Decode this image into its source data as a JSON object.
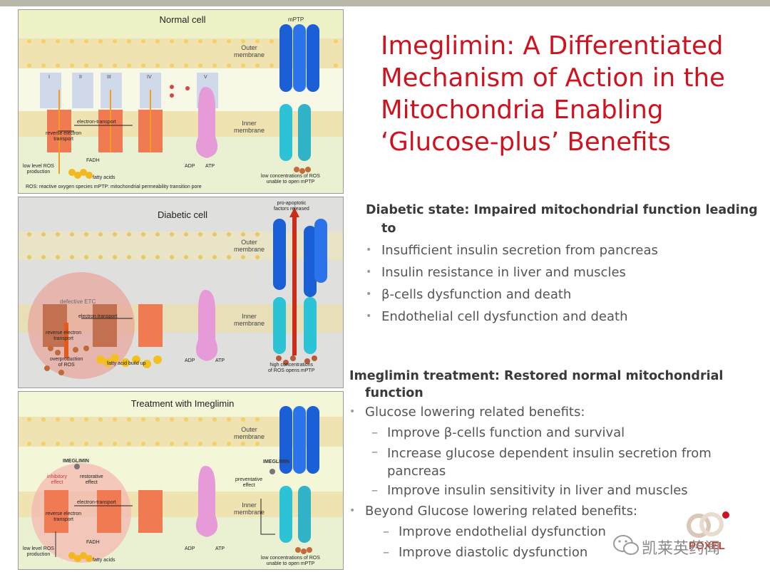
{
  "slide": {
    "title_lines": [
      "Imeglimin: A Differentiated",
      "Mechanism of Action in the",
      "Mitochondria Enabling",
      "‘Glucose-plus’ Benefits"
    ],
    "diabetic": {
      "heading_line1": "Diabetic state: Impaired mitochondrial function leading",
      "heading_line2": "to",
      "bullets": [
        "Insufficient insulin secretion from pancreas",
        "Insulin resistance in liver and muscles",
        "β-cells dysfunction and death",
        "Endothelial cell dysfunction and death"
      ]
    },
    "treatment": {
      "heading_line1": "Imeglimin treatment: Restored normal mitochondrial",
      "heading_line2": "function",
      "bullet1": "Glucose lowering related benefits:",
      "sub1": [
        "Improve β-cells function and survival",
        "Increase glucose dependent insulin secretion from",
        "pancreas",
        "Improve insulin sensitivity in liver and muscles"
      ],
      "bullet2": "Beyond Glucose lowering related benefits:",
      "sub2": [
        "Improve endothelial dysfunction",
        "Improve diastolic dysfunction"
      ]
    },
    "watermark": "凯莱英药闻",
    "logo_text": "POXEL"
  },
  "panels": {
    "normal": {
      "title": "Normal cell",
      "mptp": "mPTP",
      "outer": [
        "Outer",
        "membrane"
      ],
      "inner": [
        "Inner",
        "membrane"
      ],
      "complexes": [
        "I",
        "II",
        "III",
        "IV",
        "V"
      ],
      "electron": "electron-transport",
      "reverse": [
        "reverse electron",
        "transport"
      ],
      "fadh": "FADH",
      "fatty": "fatty acids",
      "lowros": [
        "low level ROS",
        "production"
      ],
      "adp": "ADP",
      "atp": "ATP",
      "lowconc": [
        "low concentrations of ROS",
        "unable to open mPTP"
      ],
      "footnote": "ROS: reactive oxygen species   mPTP: mitochondrial permeability transition pore"
    },
    "diabetic": {
      "title": "Diabetic cell",
      "outer": [
        "Outer",
        "membrane"
      ],
      "inner": [
        "Inner",
        "membrane"
      ],
      "proapop": [
        "pro-apoptotic",
        "factors released"
      ],
      "defective": "defective ETC",
      "electron": "electron transport",
      "reverse": [
        "reverse electron",
        "transport"
      ],
      "overprod": [
        "overproduction",
        "of ROS"
      ],
      "buildup": "fatty acid build up",
      "adp": "ADP",
      "atp": "ATP",
      "highconc": [
        "high concentrations",
        "of ROS opens mPTP"
      ]
    },
    "treatment": {
      "title": "Treatment with Imeglimin",
      "outer": [
        "Outer",
        "membrane"
      ],
      "inner": [
        "Inner",
        "membrane"
      ],
      "imeg": "IMEGLIMIN",
      "imeg2": "IMEGLIMIN",
      "inhibitory": [
        "inhibitory",
        "effect"
      ],
      "restorative": [
        "restorative",
        "effect"
      ],
      "preventative": [
        "preventative",
        "effect"
      ],
      "electron": "electron-transport",
      "reverse": [
        "reverse electron",
        "transport"
      ],
      "fadh": "FADH",
      "fatty": "fatty acids",
      "lowros": [
        "low level ROS",
        "production"
      ],
      "adp": "ADP",
      "atp": "ATP",
      "lowconc": [
        "low concentrations of ROS",
        "unable to open mPTP"
      ]
    }
  },
  "colors": {
    "title": "#d0121f",
    "text": "#555555",
    "membrane": "#e8d9a0",
    "mptp_blue": "#1a5fd6",
    "mptp_cyan": "#2cc3d6",
    "complex": "#f07a52",
    "atp_synthase": "#e69ad8"
  }
}
